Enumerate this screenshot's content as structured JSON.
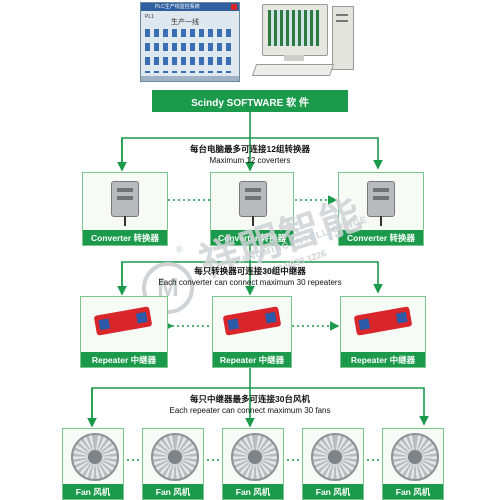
{
  "top": {
    "software_label": "Scindy SOFTWARE  软 件",
    "screen_title": "PLC生产线监控系统",
    "screen_heading": "生产一线",
    "screen_tag": "PL1"
  },
  "level1": {
    "caption_cn": "每台电脑最多可连接12组转换器",
    "caption_en": "Maximum 12 coverters",
    "device_label": "Converter 转换器"
  },
  "level2": {
    "caption_cn": "每只转换器可连接30组中继器",
    "caption_en": "Each converter can connect maximum 30 repeaters",
    "device_label": "Repeater 中继器"
  },
  "level3": {
    "caption_cn": "每只中继器最多可连接30台风机",
    "caption_en": "Each repeater can connect maximum 30 fans",
    "device_label": "Fan 风机"
  },
  "watermark": {
    "brand_cn": "祥明智能",
    "brand_en": "XIANGMING INTELLIGENCE",
    "phone": "0519-8839 1226",
    "mark": "®"
  },
  "colors": {
    "accent_green": "#1a9a4a",
    "box_border": "#7ac68e",
    "repeater_red": "#d8262b",
    "watermark_gray": "#cfd3d6"
  },
  "icons": [
    "computer-icon",
    "converter-device-icon",
    "repeater-device-icon",
    "fan-icon"
  ]
}
